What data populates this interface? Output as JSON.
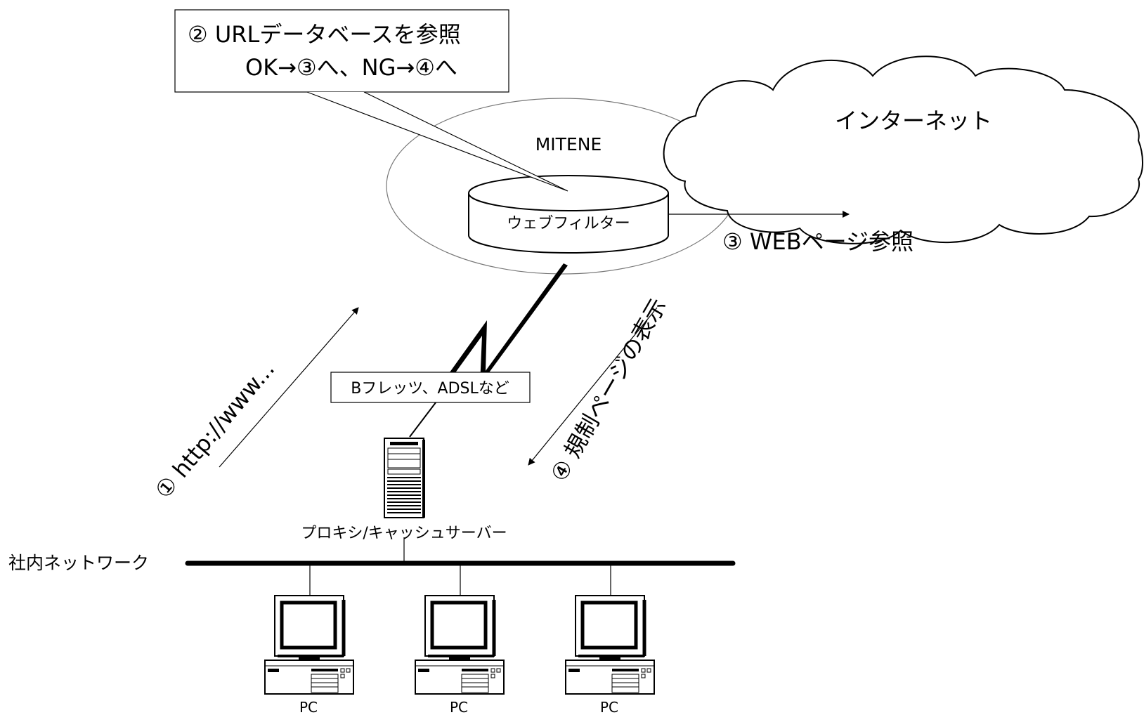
{
  "callout": {
    "line1": "② URLデータベースを参照",
    "line2": "OK→③へ、NG→④へ"
  },
  "mitene_label": "MITENE",
  "web_filter_label": "ウェブフィルター",
  "internet_label": "インターネット",
  "step3_label": "③ WEBページ参照",
  "step1_label": "① http://www...",
  "step4_label": "④ 規制ページの表示",
  "line_type_label": "Bフレッツ、ADSLなど",
  "proxy_label": "プロキシ/キャッシュサーバー",
  "network_label": "社内ネットワーク",
  "pcs": [
    {
      "label": "PC"
    },
    {
      "label": "PC"
    },
    {
      "label": "PC"
    }
  ]
}
